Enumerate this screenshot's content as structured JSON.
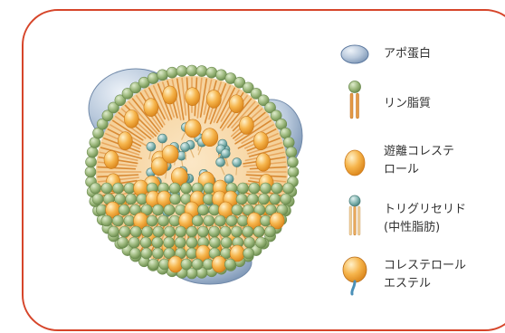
{
  "colors": {
    "border": "#d6452a",
    "protein": "#8aa4c4",
    "phospholipid_head": "#9cb87c",
    "phospholipid_tail": "#d98a34",
    "cholesterol": "#f2a640",
    "triglyceride_head": "#7ab0ac",
    "cholesteryl_ester": "#e08a30"
  },
  "legend": [
    {
      "icon": "apoprotein-icon",
      "lines": [
        "アポ蛋白"
      ]
    },
    {
      "icon": "phospholipid-icon",
      "lines": [
        "リン脂質"
      ]
    },
    {
      "icon": "free-cholesterol-icon",
      "lines": [
        "遊離コレステ",
        "ロール"
      ]
    },
    {
      "icon": "triglyceride-icon",
      "lines": [
        "トリグリセリド",
        "(中性脂肪)"
      ]
    },
    {
      "icon": "cholesteryl-ester-icon",
      "lines": [
        "コレステロール",
        "エステル"
      ]
    }
  ]
}
